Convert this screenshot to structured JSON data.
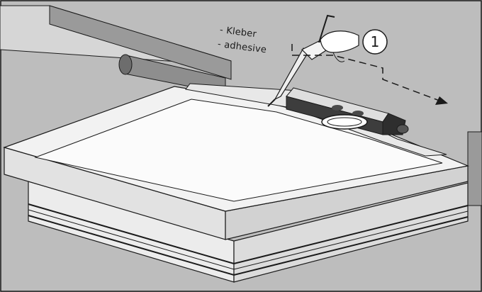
{
  "callout": {
    "number": "1"
  },
  "labels": {
    "german": "- Kleber",
    "english": "- adhesive"
  },
  "colors": {
    "background": "#bdbdbd",
    "wall": "#9d9d9d",
    "panel": "#f4f4f4",
    "outline": "#1a1a1a",
    "dark_part": "#3a3a3a"
  },
  "icons": [
    "adhesive-gun-icon",
    "hand-icon",
    "direction-arrow-icon"
  ]
}
